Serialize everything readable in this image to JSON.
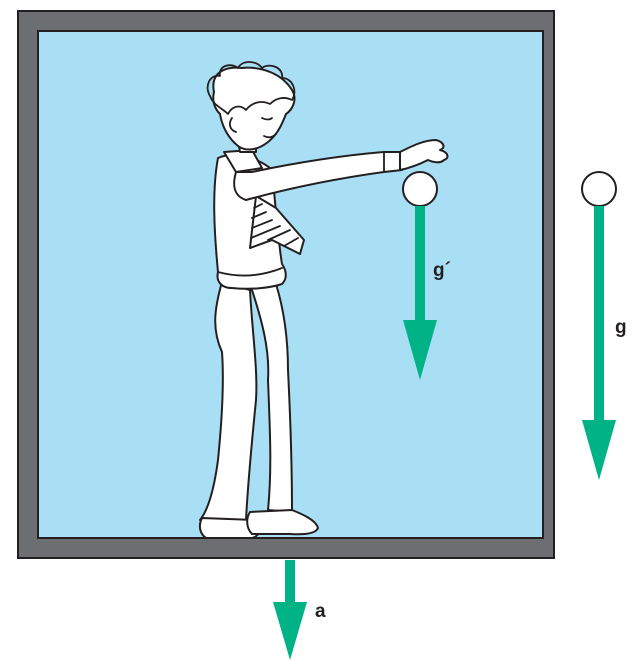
{
  "diagram": {
    "labels": {
      "g_prime": "g´",
      "g": "g",
      "a": "a"
    },
    "colors": {
      "frame": "#6d6e71",
      "frame_outline": "#231f20",
      "interior": "#a8dff5",
      "arrow": "#00b386",
      "ball": "#ffffff",
      "text": "#231f20"
    }
  }
}
